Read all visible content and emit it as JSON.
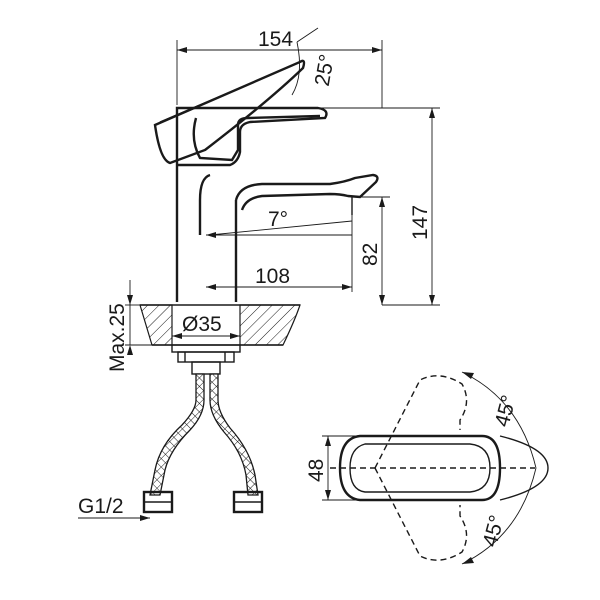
{
  "drawing": {
    "dimensions": {
      "width_top": "154",
      "handle_angle": "25°",
      "height_total": "147",
      "spout_angle": "7°",
      "spout_height": "82",
      "spout_reach": "108",
      "max_thickness": "Max.25",
      "hole_diameter": "Ø35",
      "thread": "G1/2",
      "handle_width": "48",
      "rotation_upper": "45°",
      "rotation_lower": "45°"
    },
    "colors": {
      "ink": "#1a1a1a",
      "background": "#ffffff"
    }
  }
}
